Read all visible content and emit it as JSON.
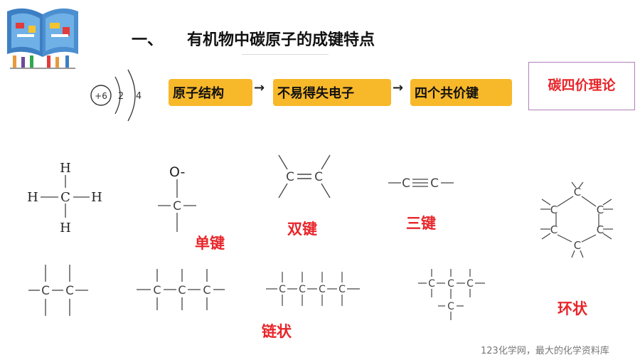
{
  "title": {
    "number": "一、",
    "text": "有机物中碳原子的成键特点"
  },
  "atom": {
    "nucleus": "+6",
    "shell1": "2",
    "shell2": "4"
  },
  "flow": [
    {
      "label": "原子结构"
    },
    {
      "label": "不易得失电子"
    },
    {
      "label": "四个共价键"
    }
  ],
  "arrow_glyph": "→",
  "theory": "碳四价理论",
  "labels": {
    "single_bond": "单键",
    "double_bond": "双键",
    "triple_bond": "三键",
    "chain": "链状",
    "ring": "环状"
  },
  "methane": {
    "center": "C",
    "h": "H"
  },
  "oxygen_group": "O-",
  "carbon": "C",
  "colors": {
    "accent": "#f7b82a",
    "label_red": "#e8252a",
    "box_border": "#b07fb9"
  },
  "footer": "123化学网，最大的化学资料库"
}
